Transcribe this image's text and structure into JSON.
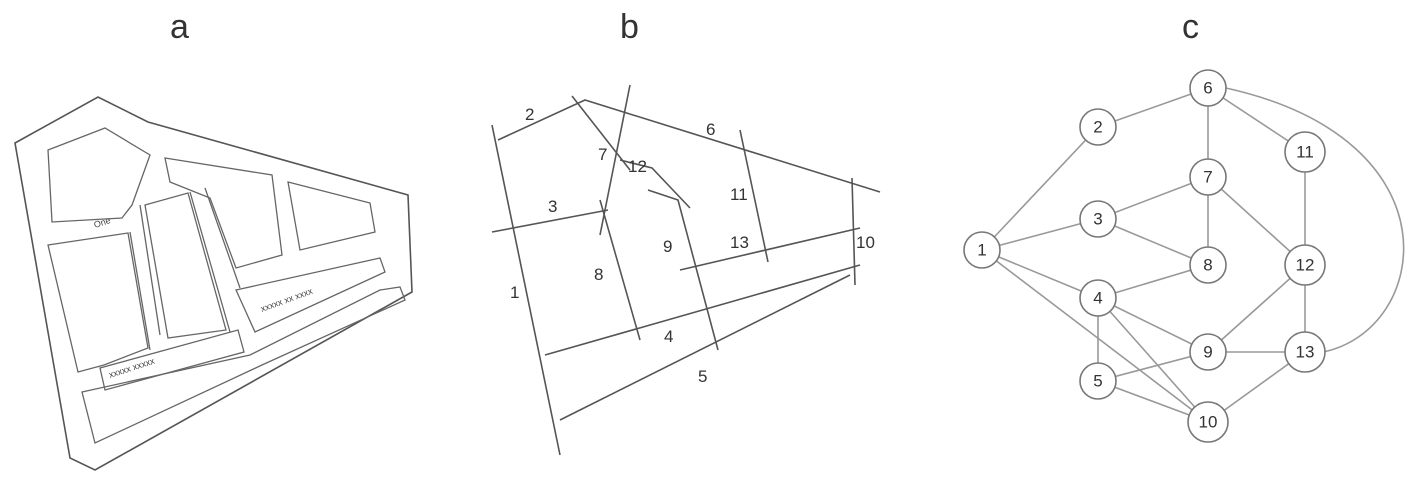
{
  "panels": {
    "a": {
      "letter": "a",
      "street_labels": [
        "One",
        "xxxxx xxxxx",
        "xxxxx xx xxxx"
      ]
    },
    "b": {
      "letter": "b",
      "segment_labels": [
        "1",
        "2",
        "3",
        "4",
        "5",
        "6",
        "7",
        "8",
        "9",
        "10",
        "11",
        "12",
        "13"
      ]
    },
    "c": {
      "letter": "c",
      "nodes": [
        "1",
        "2",
        "3",
        "4",
        "5",
        "6",
        "7",
        "8",
        "9",
        "10",
        "11",
        "12",
        "13"
      ]
    }
  },
  "graph_edges": [
    [
      "1",
      "2"
    ],
    [
      "1",
      "3"
    ],
    [
      "1",
      "4"
    ],
    [
      "1",
      "10"
    ],
    [
      "2",
      "6"
    ],
    [
      "6",
      "7"
    ],
    [
      "6",
      "11"
    ],
    [
      "6",
      "13"
    ],
    [
      "7",
      "3"
    ],
    [
      "7",
      "8"
    ],
    [
      "7",
      "12"
    ],
    [
      "3",
      "8"
    ],
    [
      "4",
      "8"
    ],
    [
      "4",
      "9"
    ],
    [
      "4",
      "5"
    ],
    [
      "4",
      "10"
    ],
    [
      "5",
      "9"
    ],
    [
      "5",
      "10"
    ],
    [
      "9",
      "12"
    ],
    [
      "9",
      "13"
    ],
    [
      "10",
      "13"
    ],
    [
      "11",
      "13"
    ]
  ]
}
